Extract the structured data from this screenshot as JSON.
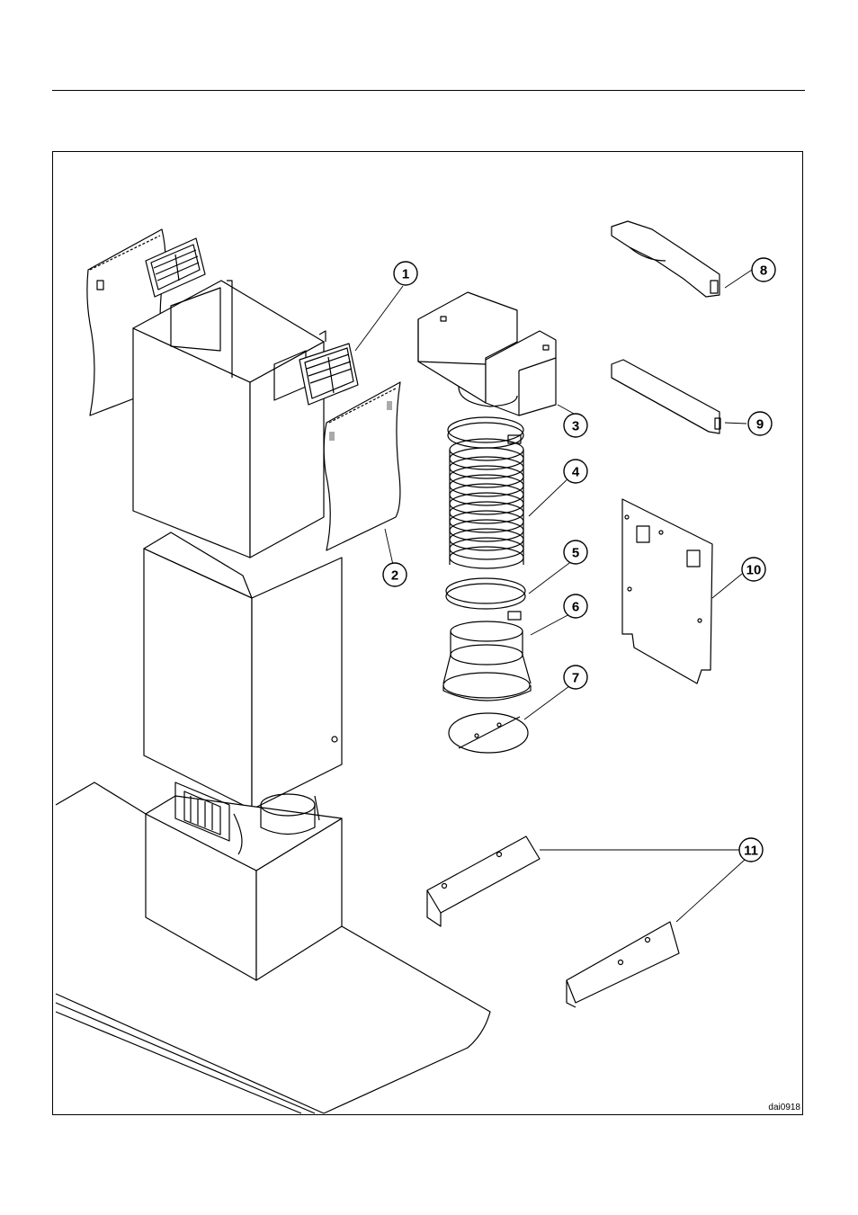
{
  "callouts": [
    {
      "id": "1",
      "label": "1"
    },
    {
      "id": "2",
      "label": "2"
    },
    {
      "id": "3",
      "label": "3"
    },
    {
      "id": "4",
      "label": "4"
    },
    {
      "id": "5",
      "label": "5"
    },
    {
      "id": "6",
      "label": "6"
    },
    {
      "id": "7",
      "label": "7"
    },
    {
      "id": "8",
      "label": "8"
    },
    {
      "id": "9",
      "label": "9"
    },
    {
      "id": "10",
      "label": "10"
    },
    {
      "id": "11",
      "label": "11"
    }
  ],
  "figure_ref": "dai0918"
}
